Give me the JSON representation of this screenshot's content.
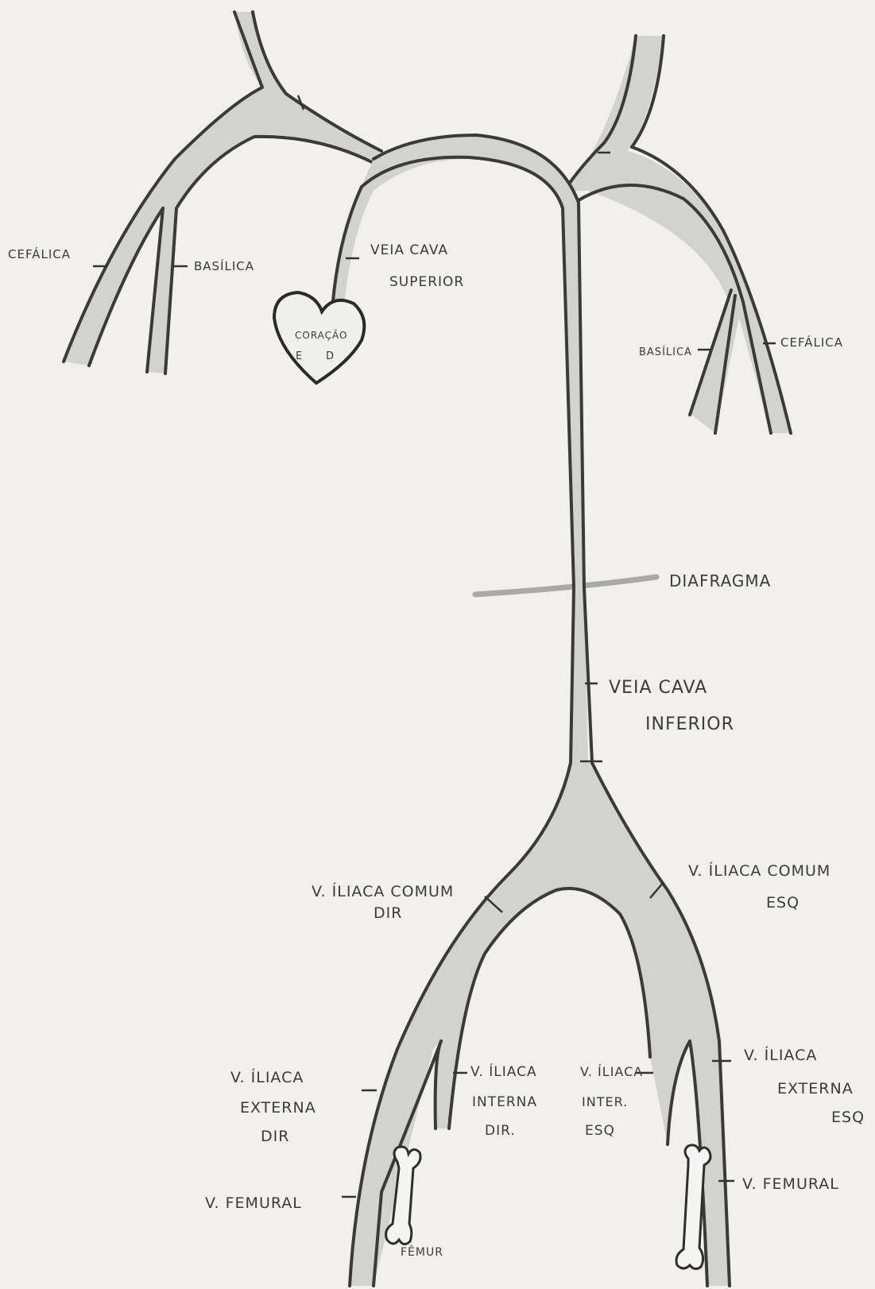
{
  "labels": {
    "cefalica_right": "CEFÁLICA",
    "basilica_right": "BASÍLICA",
    "veia_cava_superior_1": "VEIA CAVA",
    "veia_cava_superior_2": "SUPERIOR",
    "coracao": "CORAÇÃO",
    "heart_e": "E",
    "heart_d": "D",
    "basilica_left": "BASÍLICA",
    "cefalica_left": "CEFÁLICA",
    "diafragma": "DIAFRAGMA",
    "veia_cava_inferior_1": "VEIA CAVA",
    "veia_cava_inferior_2": "INFERIOR",
    "iliaca_comum_dir_1": "V. ÍLIACA COMUM",
    "iliaca_comum_dir_2": "DIR",
    "iliaca_comum_esq_1": "V. ÍLIACA COMUM",
    "iliaca_comum_esq_2": "ESQ",
    "iliaca_externa_dir_1": "V. ÍLIACA",
    "iliaca_externa_dir_2": "EXTERNA",
    "iliaca_externa_dir_3": "DIR",
    "iliaca_interna_dir_1": "V. ÍLIACA",
    "iliaca_interna_dir_2": "INTERNA",
    "iliaca_interna_dir_3": "DIR.",
    "iliaca_interna_esq_1": "V. ÍLIACA",
    "iliaca_interna_esq_2": "INTER.",
    "iliaca_interna_esq_3": "ESQ",
    "iliaca_externa_esq_1": "V. ÍLIACA",
    "iliaca_externa_esq_2": "EXTERNA",
    "iliaca_externa_esq_3": "ESQ",
    "femural_right": "V. FEMURAL",
    "femural_left": "V. FEMURAL",
    "femur": "FÊMUR"
  }
}
